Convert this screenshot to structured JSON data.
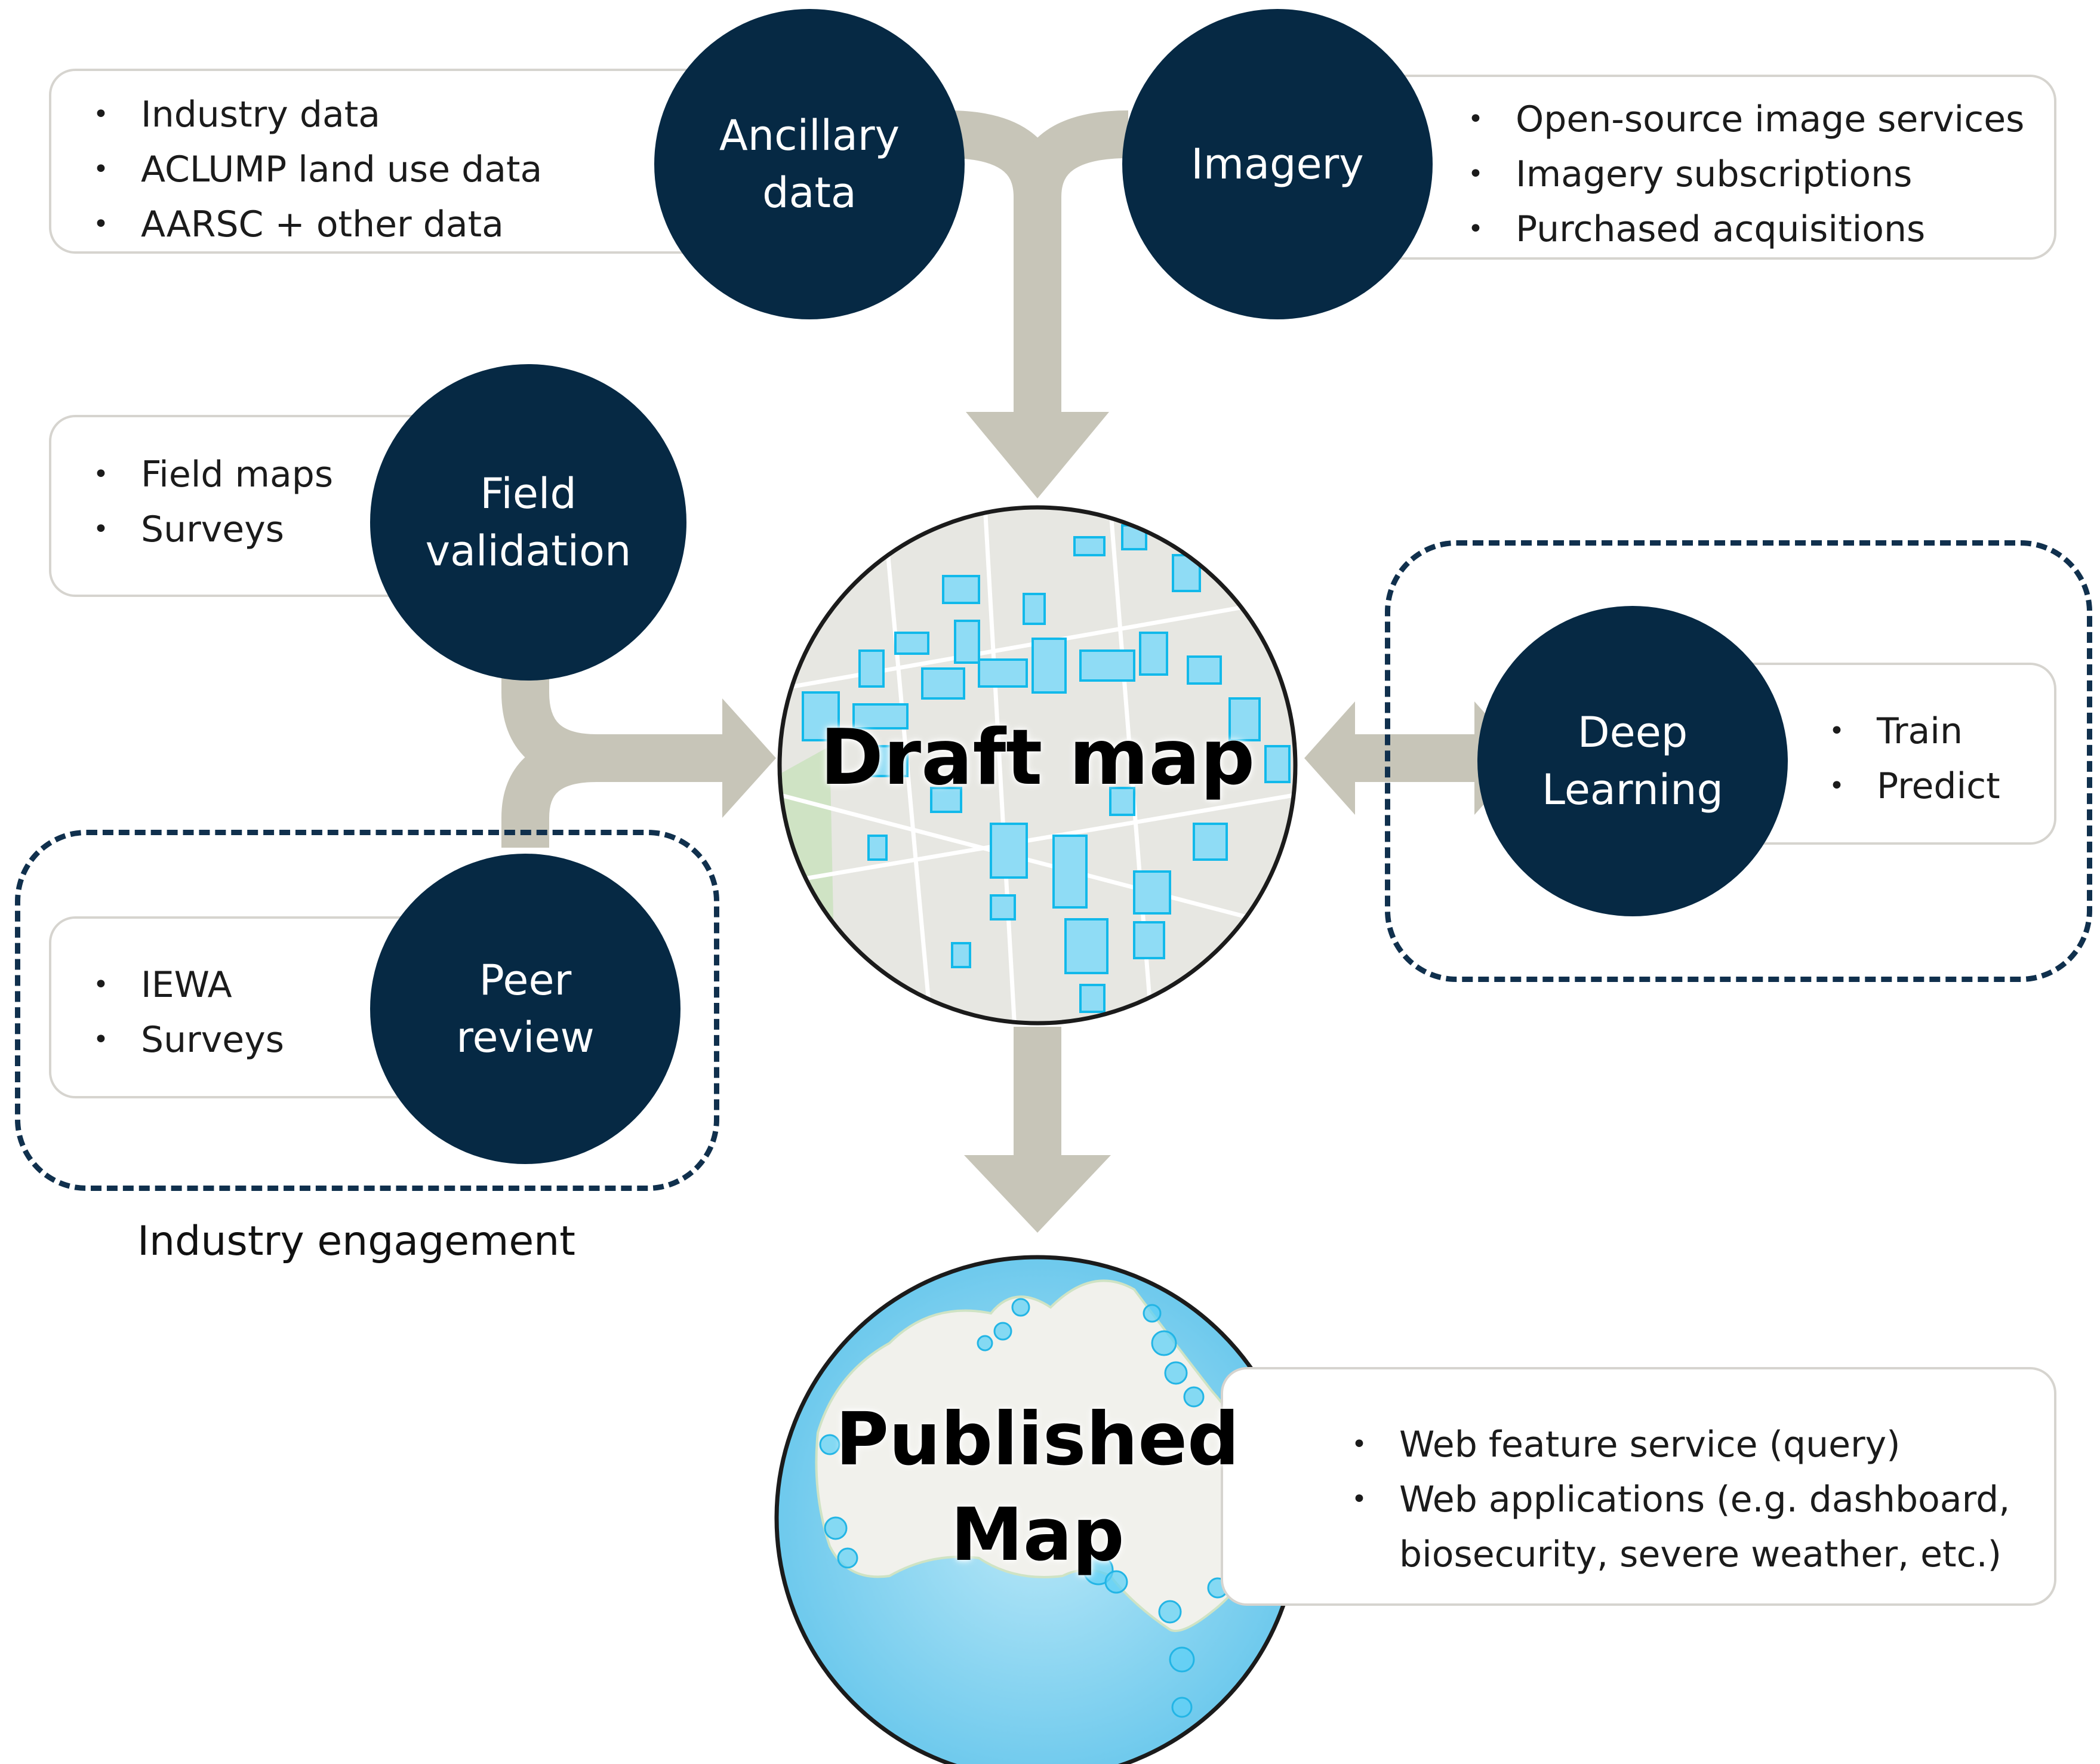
{
  "nodes": {
    "ancillary": {
      "label": "Ancillary\ndata",
      "items": [
        "Industry data",
        "ACLUMP land use data",
        "AARSC + other data"
      ]
    },
    "imagery": {
      "label": "Imagery",
      "items": [
        "Open-source image services",
        "Imagery subscriptions",
        "Purchased acquisitions"
      ]
    },
    "field_validation": {
      "label": "Field\nvalidation",
      "items": [
        "Field maps",
        "Surveys"
      ]
    },
    "peer_review": {
      "label": "Peer\nreview",
      "items": [
        "IEWA",
        "Surveys"
      ]
    },
    "deep_learning": {
      "label": "Deep\nLearning",
      "items": [
        "Train",
        "Predict"
      ]
    },
    "draft_map": {
      "label": "Draft map"
    },
    "published_map": {
      "label": "Published\nMap",
      "items": [
        "Web feature service (query)",
        "Web applications (e.g. dashboard,\nbiosecurity, severe weather, etc.)"
      ]
    }
  },
  "groups": {
    "industry_engagement": "Industry engagement"
  },
  "colors": {
    "circle_fill": "#062944",
    "arrow": "#c7c5b8",
    "dash_border": "#10304d",
    "box_border": "#d6d4cf",
    "building": "#2ec4ef",
    "ocean": "#8fd6f2"
  }
}
